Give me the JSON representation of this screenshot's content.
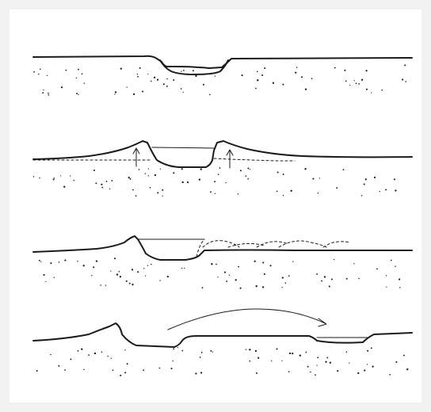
{
  "figure": {
    "background_color": "#f2f2f2",
    "panel_color": "#ffffff",
    "ink_color": "#1b1b1b",
    "stages": [
      {
        "id": "stage-1",
        "features": [
          "ground-surface",
          "shallow-depression",
          "sand-stipple"
        ]
      },
      {
        "id": "stage-2",
        "features": [
          "ground-surface",
          "deepened-blowout",
          "rim-ridges",
          "uplift-arrows",
          "buried-old-surface"
        ]
      },
      {
        "id": "stage-3",
        "features": [
          "ground-surface",
          "crest-ridge",
          "water-filled-hollow",
          "migrating-sand-ripples"
        ]
      },
      {
        "id": "stage-4",
        "features": [
          "ground-surface",
          "abandoned-ridge",
          "new-depression",
          "migration-arrow"
        ]
      }
    ]
  }
}
